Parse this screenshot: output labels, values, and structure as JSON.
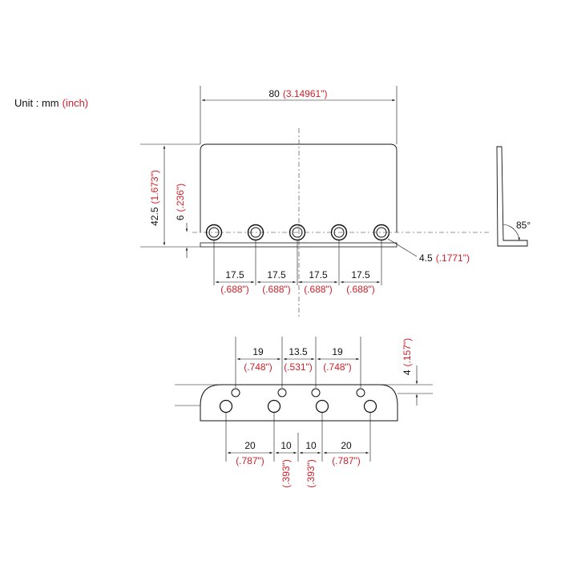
{
  "unit": {
    "label": "Unit : mm",
    "alt": "(inch)"
  },
  "overall_width": {
    "mm": "80",
    "inch": "(3.14961\")"
  },
  "height": {
    "mm": "42.5",
    "inch": "(1.673\")"
  },
  "hole_offset": {
    "mm": "6",
    "inch": "(.236\")"
  },
  "hole_diameter": {
    "mm": "4.5",
    "inch": "(.1771\")"
  },
  "angle": {
    "label": "85°"
  },
  "string_spacing": [
    {
      "mm": "17.5",
      "inch": "(.688\")"
    },
    {
      "mm": "17.5",
      "inch": "(.688\")"
    },
    {
      "mm": "17.5",
      "inch": "(.688\")"
    },
    {
      "mm": "17.5",
      "inch": "(.688\")"
    }
  ],
  "top_spacing": [
    {
      "mm": "19",
      "inch": "(.748\")"
    },
    {
      "mm": "13.5",
      "inch": "(.531\")"
    },
    {
      "mm": "19",
      "inch": "(.748\")"
    }
  ],
  "row_offset": {
    "mm": "4",
    "inch": "(.157\")"
  },
  "bottom_spacing": [
    {
      "mm": "20",
      "inch": "(.787\")"
    },
    {
      "mm": "10",
      "inch": "(.393\")"
    },
    {
      "mm": "10",
      "inch": "(.393\")"
    },
    {
      "mm": "20",
      "inch": "(.787\")"
    }
  ],
  "colors": {
    "line": "#111111",
    "inch_text": "#d0202a"
  }
}
